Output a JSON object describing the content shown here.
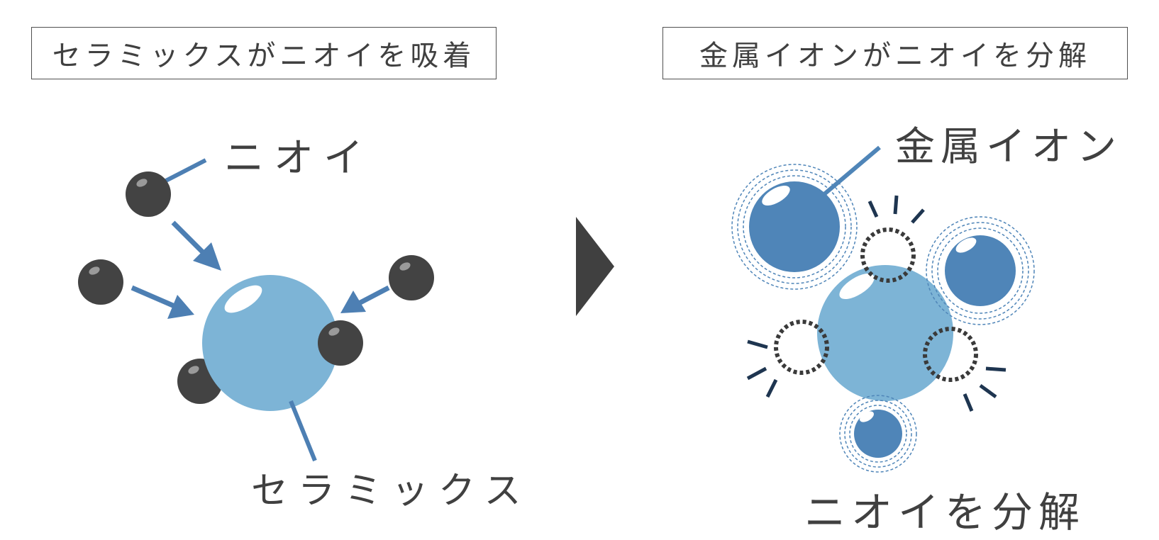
{
  "left_panel": {
    "title": "セラミックスがニオイを吸着",
    "labels": {
      "odor": "ニオイ",
      "ceramics": "セラミックス"
    }
  },
  "right_panel": {
    "title": "金属イオンがニオイを分解",
    "labels": {
      "metal_ion": "金属イオン",
      "decompose": "ニオイを分解"
    }
  },
  "colors": {
    "odor_ball": "#434343",
    "ceramic_ball": "#7db4d6",
    "metal_ion_ball": "#4f85b8",
    "arrow": "#4d7fb3",
    "text": "#404040",
    "dashed_ring": "#3a3a3a",
    "burst_line": "#1e3550",
    "next_arrow": "#404040"
  }
}
